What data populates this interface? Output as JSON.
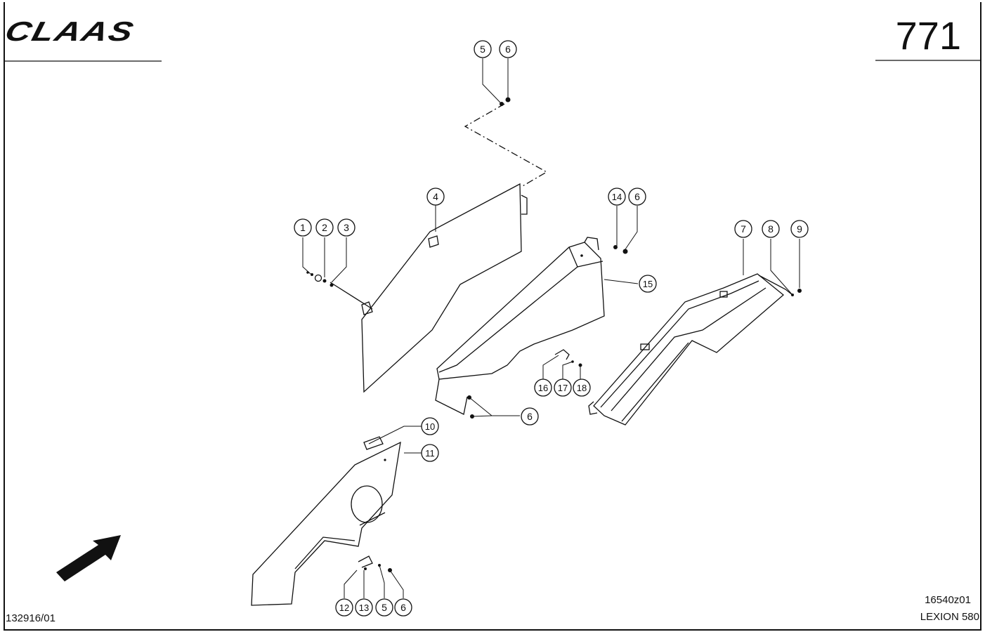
{
  "header": {
    "brand": "CLAAS",
    "page_number": "771"
  },
  "footer": {
    "doc_ref": "132916/01",
    "drawing_ref": "16540z01",
    "model": "LEXION 580"
  },
  "callouts": [
    {
      "id": "c5a",
      "label": "5"
    },
    {
      "id": "c6a",
      "label": "6"
    },
    {
      "id": "c4",
      "label": "4"
    },
    {
      "id": "c1",
      "label": "1"
    },
    {
      "id": "c2",
      "label": "2"
    },
    {
      "id": "c3",
      "label": "3"
    },
    {
      "id": "c14",
      "label": "14"
    },
    {
      "id": "c6b",
      "label": "6"
    },
    {
      "id": "c15",
      "label": "15"
    },
    {
      "id": "c7",
      "label": "7"
    },
    {
      "id": "c8",
      "label": "8"
    },
    {
      "id": "c9",
      "label": "9"
    },
    {
      "id": "c16",
      "label": "16"
    },
    {
      "id": "c17",
      "label": "17"
    },
    {
      "id": "c18",
      "label": "18"
    },
    {
      "id": "c6c",
      "label": "6"
    },
    {
      "id": "c10",
      "label": "10"
    },
    {
      "id": "c11",
      "label": "11"
    },
    {
      "id": "c12",
      "label": "12"
    },
    {
      "id": "c13",
      "label": "13"
    },
    {
      "id": "c5b",
      "label": "5"
    },
    {
      "id": "c6d",
      "label": "6"
    }
  ]
}
